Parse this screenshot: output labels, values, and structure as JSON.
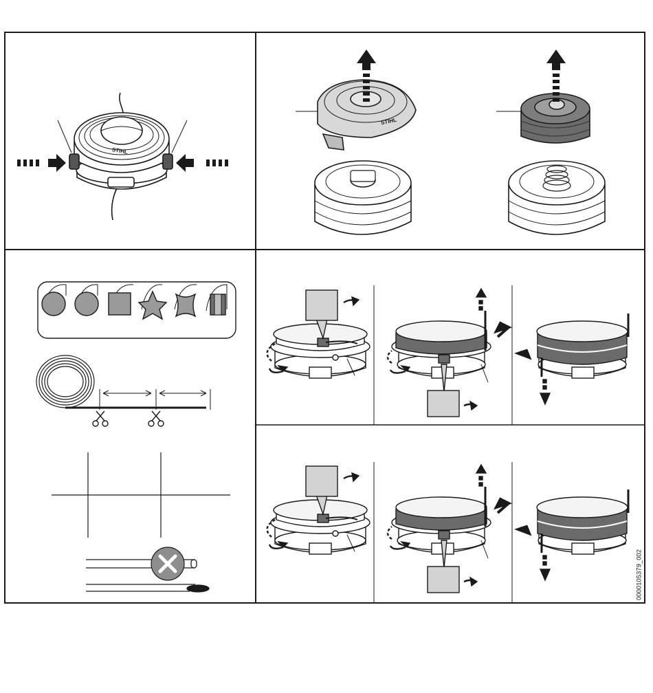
{
  "document_id": "0000105379_002",
  "brand_mark": "STIHL",
  "colors": {
    "line": "#1a1a1a",
    "spool_dark": "#6b6b6b",
    "spool_light": "#f4f4f4",
    "swatch": "#9a9a9a",
    "label_box": "#d3d3d3",
    "prohibited": "#8e8e8e"
  },
  "panels": [
    {
      "name": "press-release-tabs",
      "icons": [
        "dashed-arrow-right-icon",
        "dashed-arrow-left-icon"
      ]
    },
    {
      "name": "remove-cover-and-spool",
      "icons": [
        "dashed-arrow-up-icon",
        "dashed-arrow-up-icon"
      ]
    },
    {
      "name": "line-types-and-lengths",
      "icons": [
        "scissors-icon",
        "scissors-icon",
        "prohibited-icon"
      ]
    },
    {
      "name": "wind-line-sequence",
      "rows": 2,
      "steps_per_row": 3
    }
  ]
}
